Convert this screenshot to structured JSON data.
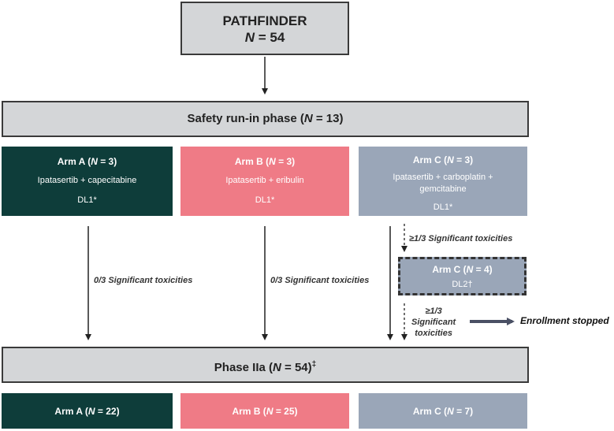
{
  "header": {
    "title": "PATHFINDER",
    "n_label": "N",
    "n_value": " = 54"
  },
  "safety": {
    "prefix": "Safety run-in phase (",
    "n_label": "N",
    "suffix": " = 13)"
  },
  "arms_runin": [
    {
      "prefix": "Arm A (",
      "n_label": "N",
      "suffix": " = 3)",
      "regimen": "Ipatasertib + capecitabine",
      "dose": "DL1*"
    },
    {
      "prefix": "Arm B (",
      "n_label": "N",
      "suffix": " = 3)",
      "regimen": "Ipatasertib + eribulin",
      "dose": "DL1*"
    },
    {
      "prefix": "Arm C (",
      "n_label": "N",
      "suffix": " = 3)",
      "regimen": "Ipatasertib + carboplatin + gemcitabine",
      "dose": "DL1*"
    }
  ],
  "arm_c_dl2": {
    "prefix": "Arm C (",
    "n_label": "N",
    "suffix": " = 4)",
    "dose": "DL2†"
  },
  "labels": {
    "arm_a_tox": "0/3 Significant toxicities",
    "arm_b_tox": "0/3 Significant toxicities",
    "arm_c_tox": "≥1/3 Significant toxicities",
    "dl2_tox_line1": "≥1/3",
    "dl2_tox_line2": "Significant",
    "dl2_tox_line3": "toxicities",
    "enrollment": "Enrollment stopped"
  },
  "phase2": {
    "prefix": "Phase IIa (",
    "n_label": "N",
    "suffix": " = 54)",
    "mark": "‡"
  },
  "arms_phase2": [
    {
      "prefix": "Arm A (",
      "n_label": "N",
      "suffix": " = 22)"
    },
    {
      "prefix": "Arm B (",
      "n_label": "N",
      "suffix": " = 25)"
    },
    {
      "prefix": "Arm C (",
      "n_label": "N",
      "suffix": " = 7)"
    }
  ],
  "colors": {
    "arm_a": "#0e3d3a",
    "arm_b": "#ef7b86",
    "arm_c": "#9aa6b8",
    "grey_box": "#d4d6d8",
    "arrow": "#222222",
    "enroll_arrow": "#4a5064"
  }
}
